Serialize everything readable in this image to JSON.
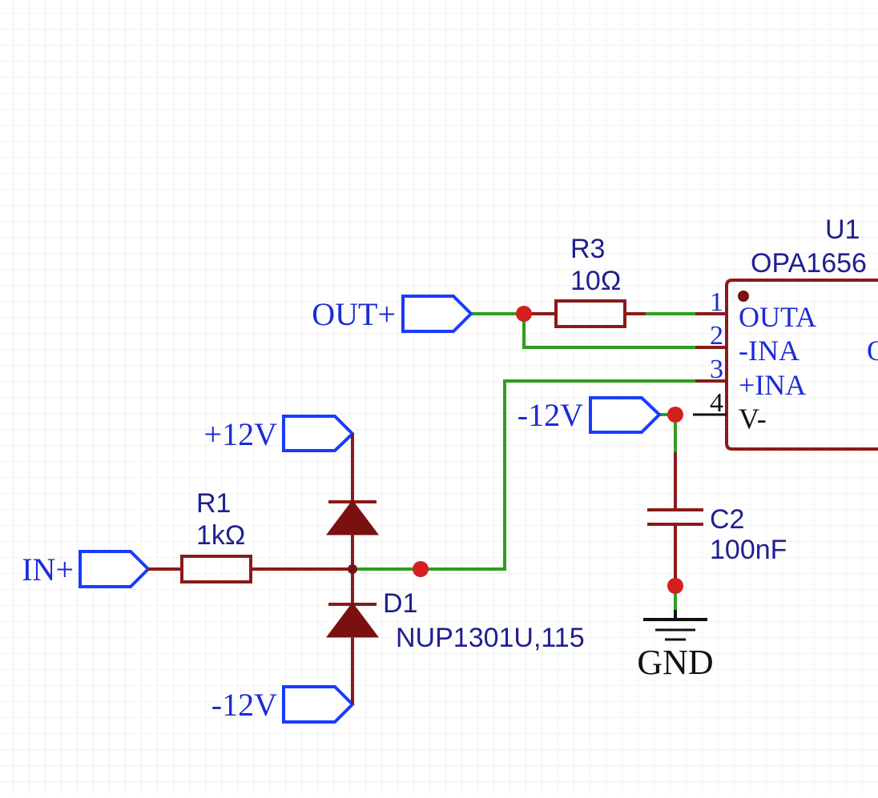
{
  "colors": {
    "wire": "#2e9e1e",
    "component": "#8a1a1a",
    "component_fill": "#7a1010",
    "net_port": "#1a3bff",
    "junction": "#d41f1f",
    "net_label_text": "#1a2bd8",
    "ref_text": "#1f1f8f",
    "grid": "#e6e6e6",
    "background": "#ffffff"
  },
  "ports": {
    "out_plus": "OUT+",
    "in_plus": "IN+",
    "plus12_d1": "+12V",
    "minus12_d1": "-12V",
    "minus12_u1": "-12V"
  },
  "components": {
    "r3": {
      "ref": "R3",
      "value": "10Ω"
    },
    "r1": {
      "ref": "R1",
      "value": "1kΩ"
    },
    "d1": {
      "ref": "D1",
      "value": "NUP1301U,115"
    },
    "c2": {
      "ref": "C2",
      "value": "100nF"
    },
    "u1": {
      "ref": "U1",
      "value": "OPA1656",
      "pins": [
        {
          "number": "1",
          "name": "OUTA"
        },
        {
          "number": "2",
          "name": "-INA"
        },
        {
          "number": "3",
          "name": "+INA"
        },
        {
          "number": "4",
          "name": "V-"
        }
      ],
      "partial_right_label": "O"
    }
  },
  "power": {
    "gnd": "GND"
  },
  "icons": {
    "ground": "ground-symbol-icon",
    "diode": "diode-icon",
    "capacitor": "capacitor-icon",
    "resistor": "resistor-icon",
    "net_port": "net-port-icon"
  }
}
